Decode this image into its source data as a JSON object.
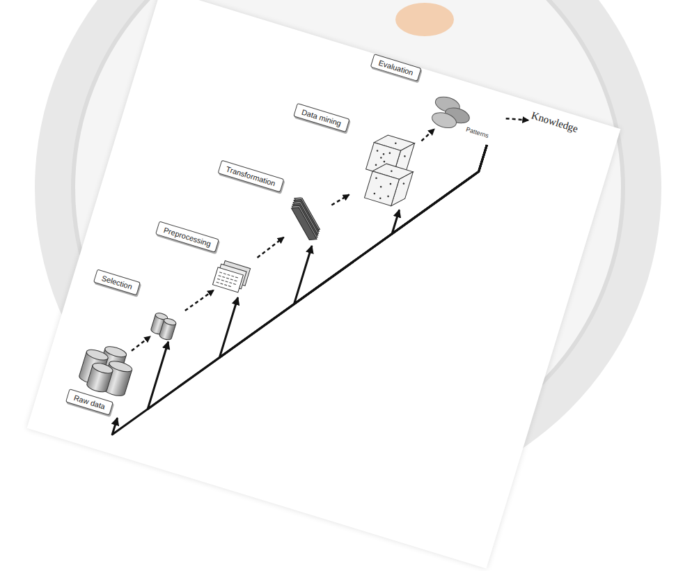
{
  "diagram": {
    "nodes": [
      {
        "text": [
          "Raw data"
        ]
      },
      {
        "text": [
          "Selection"
        ]
      },
      {
        "text": [
          "Preprocessing"
        ]
      },
      {
        "text": [
          "Transformation"
        ]
      },
      {
        "text": [
          "Data mining"
        ]
      },
      {
        "text": [
          "Evaluation",
          "Patterns"
        ]
      },
      {
        "text": [
          "Knowledge"
        ]
      }
    ],
    "edges": [
      {
        "from": 0,
        "to": 1,
        "arrow": "to"
      },
      {
        "from": 1,
        "to": 2,
        "arrow": "to"
      },
      {
        "from": 2,
        "to": 3,
        "arrow": "to"
      },
      {
        "from": 3,
        "to": 4,
        "arrow": "to"
      },
      {
        "from": 4,
        "to": 5,
        "arrow": "to"
      },
      {
        "from": 5,
        "to": 6,
        "arrow": "to"
      },
      {
        "from": 5,
        "to": 4,
        "arrow": "to"
      },
      {
        "from": 5,
        "to": 3,
        "arrow": "to"
      },
      {
        "from": 5,
        "to": 2,
        "arrow": "to"
      },
      {
        "from": 5,
        "to": 1,
        "arrow": "to"
      },
      {
        "from": 5,
        "to": 0,
        "arrow": "to"
      }
    ]
  }
}
